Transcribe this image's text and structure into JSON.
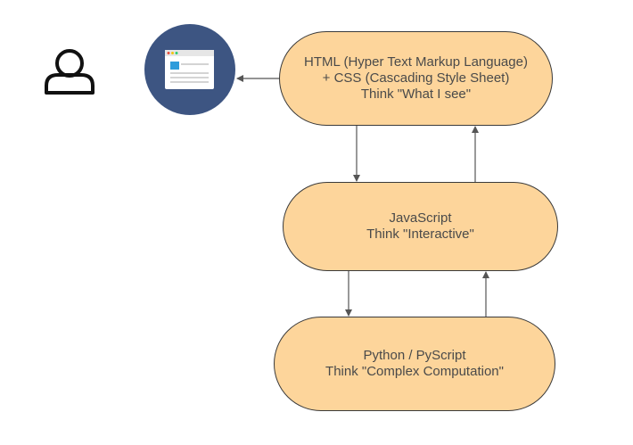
{
  "diagram": {
    "nodes": {
      "html_css": {
        "lines": [
          "HTML (Hyper Text Markup Language)",
          "+ CSS (Cascading Style Sheet)",
          "Think \"What I see\""
        ]
      },
      "javascript": {
        "lines": [
          "JavaScript",
          "Think \"Interactive\""
        ]
      },
      "python": {
        "lines": [
          "Python / PyScript",
          "Think \"Complex Computation\""
        ]
      }
    },
    "icons": {
      "user": "user-icon",
      "browser": "browser-window-icon"
    },
    "colors": {
      "node_fill": "#fdd59b",
      "node_border": "#3a3a3a",
      "node_text": "#4a4a4a",
      "arrow": "#555555",
      "browser_circle": "#3d5582"
    }
  }
}
